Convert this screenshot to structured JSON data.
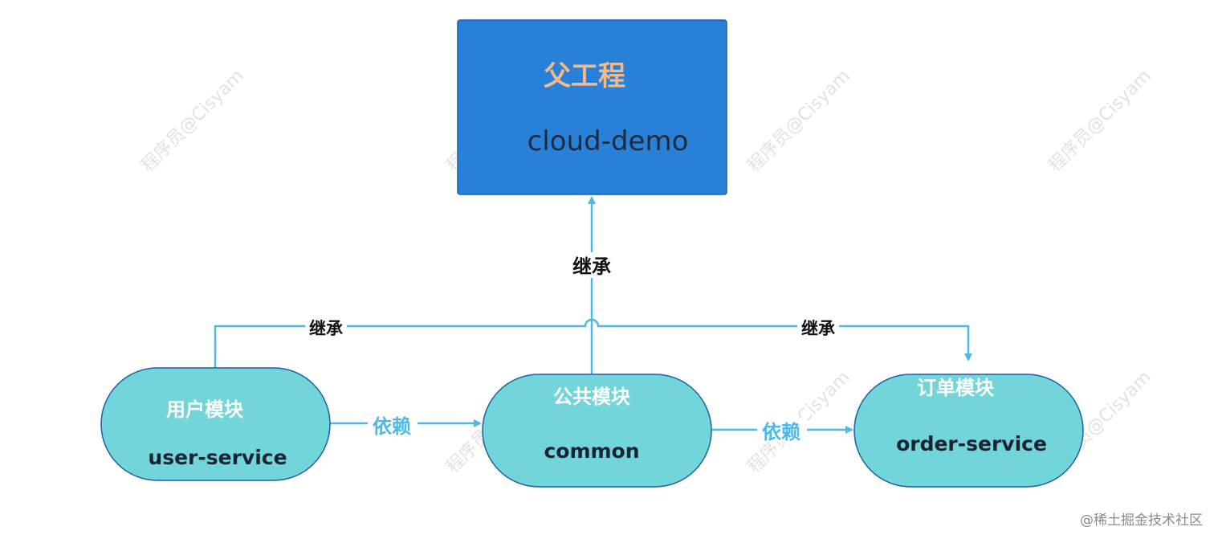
{
  "colors": {
    "parent_fill": "#2880d8",
    "parent_stroke": "#1d5fa6",
    "module_fill": "#71d5d9",
    "module_stroke": "#1d5fa6",
    "arrow": "#4db8ea",
    "parent_title": "#f5b98a",
    "parent_subtitle": "#1e2b3a",
    "module_title": "#ffffff",
    "module_subtitle": "#1a2430",
    "edge_label_dark": "#111111",
    "edge_label_blue": "#4db8ea",
    "watermark": "#e2e2e2"
  },
  "parent": {
    "title": "父工程",
    "subtitle": "cloud-demo"
  },
  "modules": {
    "user": {
      "title": "用户模块",
      "subtitle": "user-service"
    },
    "common": {
      "title": "公共模块",
      "subtitle": "common"
    },
    "order": {
      "title": "订单模块",
      "subtitle": "order-service"
    }
  },
  "edges": {
    "inherit_center": "继承",
    "inherit_left": "继承",
    "inherit_right": "继承",
    "depend_left": "依赖",
    "depend_right": "依赖"
  },
  "watermark": "程序员@Cisyam",
  "credit": "@稀土掘金技术社区"
}
